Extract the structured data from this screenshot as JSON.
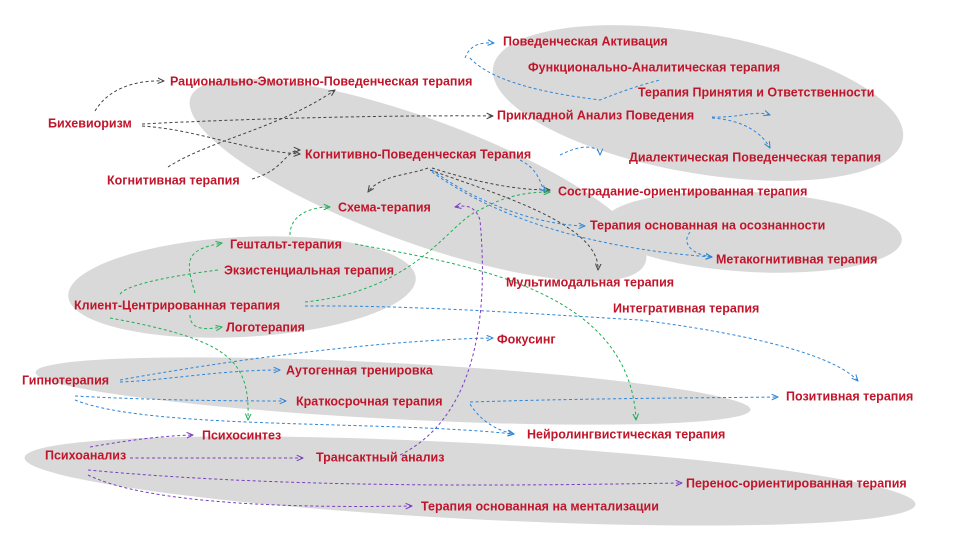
{
  "colors": {
    "text": "#c0152a",
    "cluster": "#d9d9d9",
    "black": "#444444",
    "blue": "#2e86d8",
    "green": "#1fae56",
    "purple": "#7a3fc0"
  },
  "nodes": {
    "behaviorism": "Бихевиоризм",
    "cognitive_therapy": "Когнитивная терапия",
    "rebt": "Рационально-Эмотивно-Поведенческая терапия",
    "cbt": "Когнитивно-Поведенческая Терапия",
    "behavioral_activation": "Поведенческая Активация",
    "fap": "Функционально-Аналитическая терапия",
    "act": "Терапия Принятия и Ответственности",
    "aba": "Прикладной Анализ Поведения",
    "dbt": "Диалектическая Поведенческая терапия",
    "cft": "Сострадание-ориентированная терапия",
    "schema": "Схема-терапия",
    "mindfulness": "Терапия основанная на осознанности",
    "metacognitive": "Метакогнитивная терапия",
    "gestalt": "Гештальт-терапия",
    "existential": "Экзистенциальная терапия",
    "client_centered": "Клиент-Центрированная терапия",
    "multimodal": "Мультимодальная терапия",
    "integrative": "Интегративная терапия",
    "logotherapy": "Логотерапия",
    "focusing": "Фокусинг",
    "hypnotherapy": "Гипнотерапия",
    "autogenic": "Аутогенная тренировка",
    "brief": "Краткосрочная терапия",
    "positive": "Позитивная терапия",
    "psychosynthesis": "Психосинтез",
    "nlp": "Нейролингвистическая терапия",
    "psychoanalysis": "Психоанализ",
    "transactional": "Трансактный анализ",
    "tfp": "Перенос-ориентированная терапия",
    "mbt": "Терапия основанная на ментализации"
  }
}
